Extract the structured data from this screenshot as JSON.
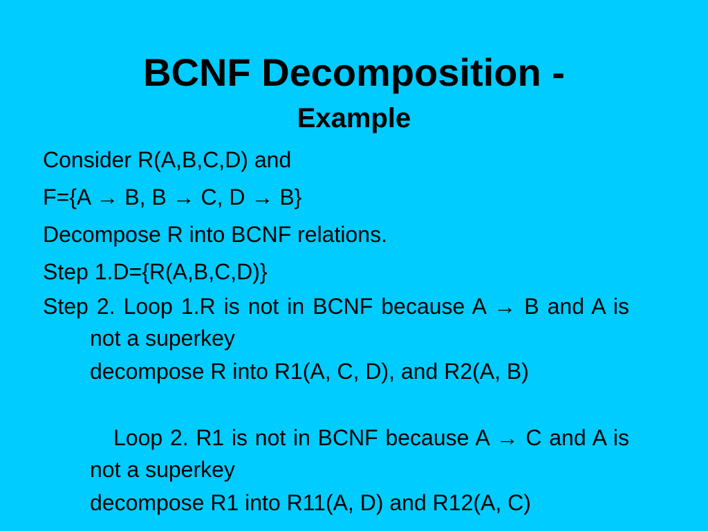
{
  "slide": {
    "title": "BCNF Decomposition -",
    "subtitle": "Example",
    "lines": [
      "Consider R(A,B,C,D) and",
      "F={A → B, B → C, D → B}",
      "Decompose R into BCNF relations.",
      "Step 1.D={R(A,B,C,D)}"
    ],
    "paragraphs": [
      "Step 2. Loop 1.R is not in BCNF because A → B and A is not a superkey",
      "decompose R into R1(A, C, D), and R2(A, B)",
      "Loop 2. R1 is not in BCNF because A → C and A is not a superkey",
      "decompose R1 into R11(A, D) and R12(A, C)"
    ]
  },
  "colors": {
    "background": "#00ccff",
    "text": "#000000"
  }
}
